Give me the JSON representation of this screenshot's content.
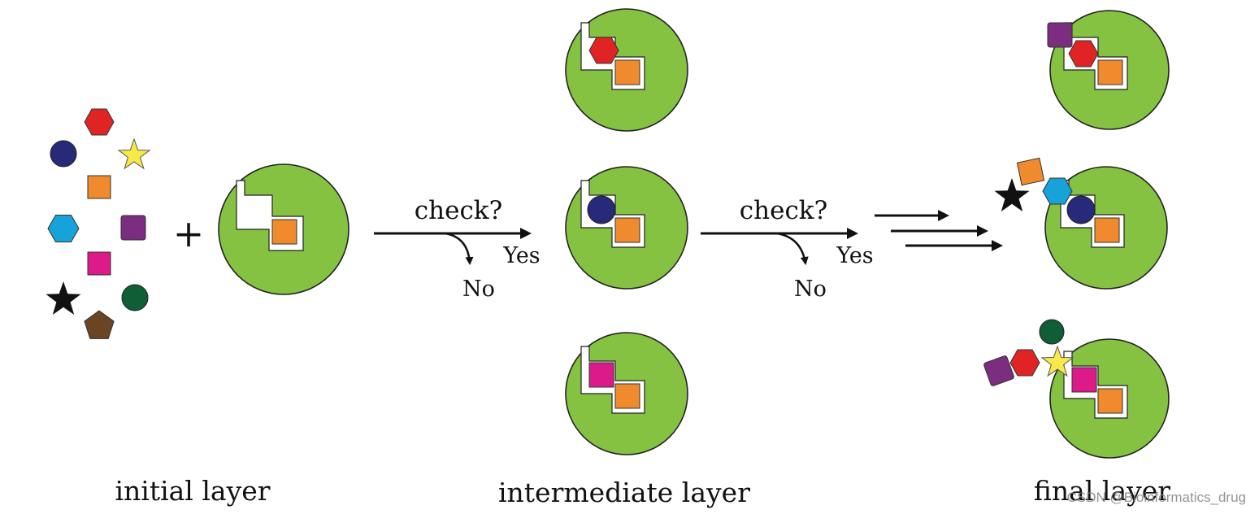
{
  "labels": {
    "plus": "+",
    "check_1": "check?",
    "yes_1": "Yes",
    "no_1": "No",
    "check_2": "check?",
    "yes_2": "Yes",
    "no_2": "No"
  },
  "captions": {
    "initial": "initial layer",
    "intermediate": "intermediate layer",
    "final": "final layer"
  },
  "watermark": "CSDN @Bioinformatics_drug",
  "colors": {
    "pocket_green": "#85c241",
    "orange": "#ef8b2c",
    "red": "#e02424",
    "navy": "#262a78",
    "yellow": "#f7ea48",
    "cyan": "#17a2d9",
    "purple": "#7b2d80",
    "magenta": "#dc1a8a",
    "black": "#111111",
    "dark_green": "#0f5e35",
    "brown": "#6b4423"
  }
}
